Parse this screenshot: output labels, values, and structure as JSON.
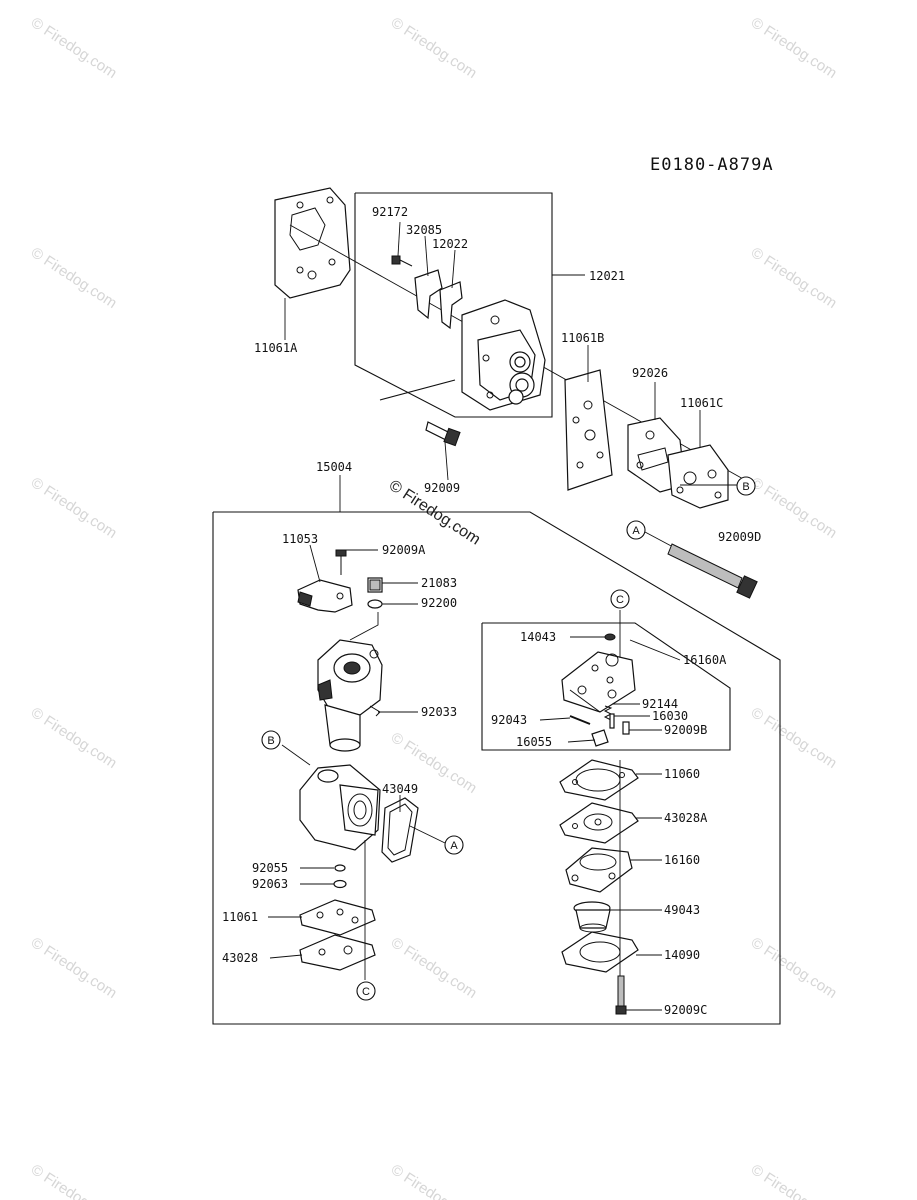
{
  "diagram_code": "E0180-A879A",
  "watermark": {
    "repeat_text": "© Firedog.com",
    "main_text": "© Firedog.com"
  },
  "labels": {
    "p92172": "92172",
    "p32085": "32085",
    "p12022": "12022",
    "p12021": "12021",
    "p11061A": "11061A",
    "p11061B": "11061B",
    "p92026": "92026",
    "p11061C": "11061C",
    "p92009": "92009",
    "p15004": "15004",
    "p11053": "11053",
    "p92009A": "92009A",
    "p21083": "21083",
    "p92200": "92200",
    "p92009D": "92009D",
    "p14043": "14043",
    "p16160A": "16160A",
    "p92033": "92033",
    "p92144": "92144",
    "p92043": "92043",
    "p16030": "16030",
    "p16055": "16055",
    "p92009B": "92009B",
    "p43049": "43049",
    "p11060": "11060",
    "p43028A": "43028A",
    "p16160": "16160",
    "p92055": "92055",
    "p92063": "92063",
    "p49043": "49043",
    "p11061": "11061",
    "p43028": "43028",
    "p14090": "14090",
    "p92009C": "92009C"
  },
  "ref_markers": {
    "A": "A",
    "B": "B",
    "C": "C"
  }
}
